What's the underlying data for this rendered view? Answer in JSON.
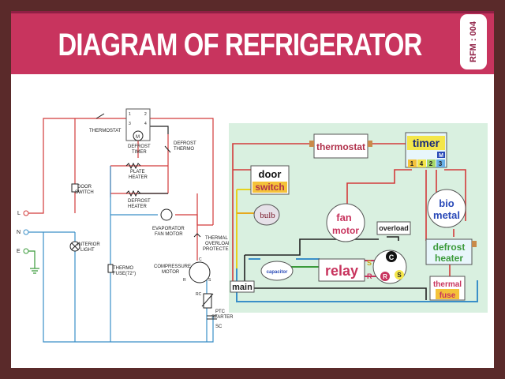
{
  "header": {
    "title": "DIAGRAM OF REFRIGERATOR",
    "code": "RFM : 004"
  },
  "colors": {
    "banner": "#c8345e",
    "frame": "#5a2a2a",
    "wire_red": "#d23a3a",
    "wire_blue": "#3a8fc8",
    "wire_green": "#3a9a3a",
    "wire_black": "#222222"
  },
  "schematic": {
    "terminals": {
      "l": "L",
      "n": "N",
      "e": "E"
    },
    "thermostat": "THERMOSTAT",
    "defrost_timer": [
      "DEFROST",
      "TIMER"
    ],
    "timer_pins": [
      "1",
      "2",
      "3",
      "4"
    ],
    "defrost_thermo": [
      "DEFROST",
      "THERMO"
    ],
    "door_switch": [
      "DOOR",
      "SWITCH"
    ],
    "plate_heater": [
      "PLATE",
      "HEATER"
    ],
    "defrost_heater": [
      "DEFROST",
      "HEATER"
    ],
    "evaporator_fan": [
      "EVAPORATOR",
      "FAN MOTOR"
    ],
    "interior_light": [
      "INTERIOR",
      "LIGHT"
    ],
    "thermal_overload": [
      "THERMAL",
      "OVERLOAD",
      "PROTECTED"
    ],
    "compressor_motor": [
      "COMPRESSURE",
      "MOTOR"
    ],
    "thermo_fuse": [
      "THERMO",
      "FUSE(72°)"
    ],
    "ptc_starter": [
      "PTC",
      "STARTER"
    ],
    "sc": "SC",
    "motor_m": "M",
    "pin_c": "C",
    "pin_s": "S",
    "pin_r": "R",
    "pin_rc": "RC"
  },
  "pictorial": {
    "thermostat": "thermostat",
    "timer": "timer",
    "timer_m": "M",
    "timer_pins": [
      "1",
      "4",
      "2",
      "3"
    ],
    "door_switch": [
      "door",
      "switch"
    ],
    "bulb": "bulb",
    "fan_motor": [
      "fan",
      "motor"
    ],
    "bio_metal": [
      "bio",
      "metal"
    ],
    "overload": "overload",
    "defrost_heater": [
      "defrost",
      "heater"
    ],
    "capacitor": "capacitor",
    "relay": "relay",
    "relay_s": "S",
    "relay_r": "R",
    "compressor_c": "C",
    "compressor_r": "R",
    "compressor_s": "S",
    "thermal_fuse": [
      "thermal",
      "fuse"
    ],
    "main": "main"
  }
}
